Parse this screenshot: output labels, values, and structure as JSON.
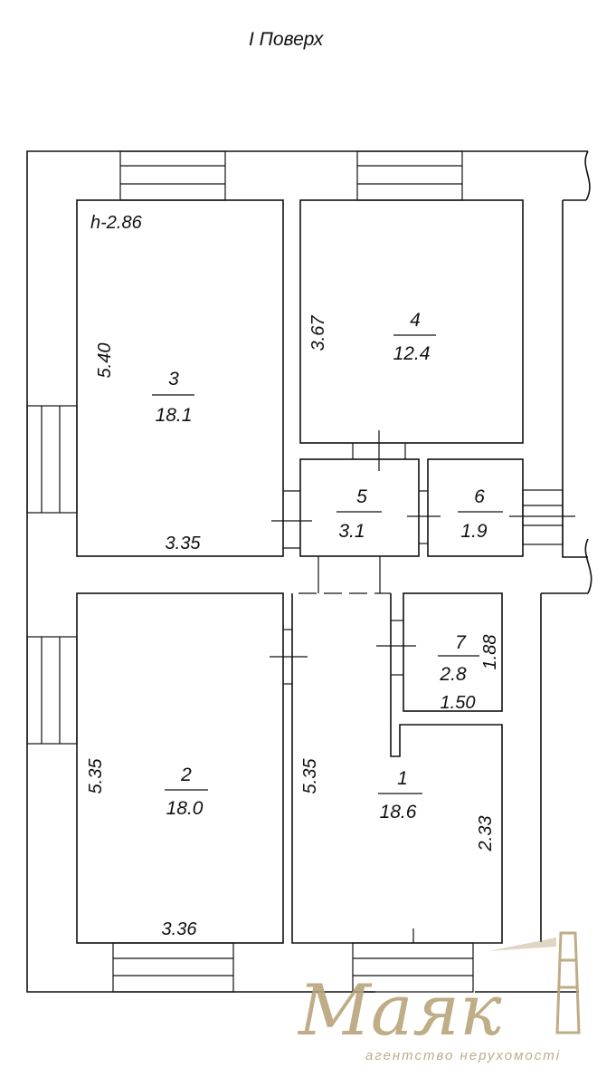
{
  "title": "I Поверх",
  "height_note": "h-2.86",
  "rooms": [
    {
      "id": "1",
      "area": "18.6",
      "dims": [
        "5.35",
        "2.33"
      ]
    },
    {
      "id": "2",
      "area": "18.0",
      "dims": [
        "5.35",
        "3.36"
      ]
    },
    {
      "id": "3",
      "area": "18.1",
      "dims": [
        "5.40",
        "3.35"
      ]
    },
    {
      "id": "4",
      "area": "12.4",
      "dims": [
        "3.67"
      ]
    },
    {
      "id": "5",
      "area": "3.1",
      "dims": []
    },
    {
      "id": "6",
      "area": "1.9",
      "dims": []
    },
    {
      "id": "7",
      "area": "2.8",
      "dims": [
        "1.88",
        "1.50"
      ]
    }
  ],
  "watermark": {
    "brand": "Маяк",
    "tagline": "агентство нерухомості"
  }
}
